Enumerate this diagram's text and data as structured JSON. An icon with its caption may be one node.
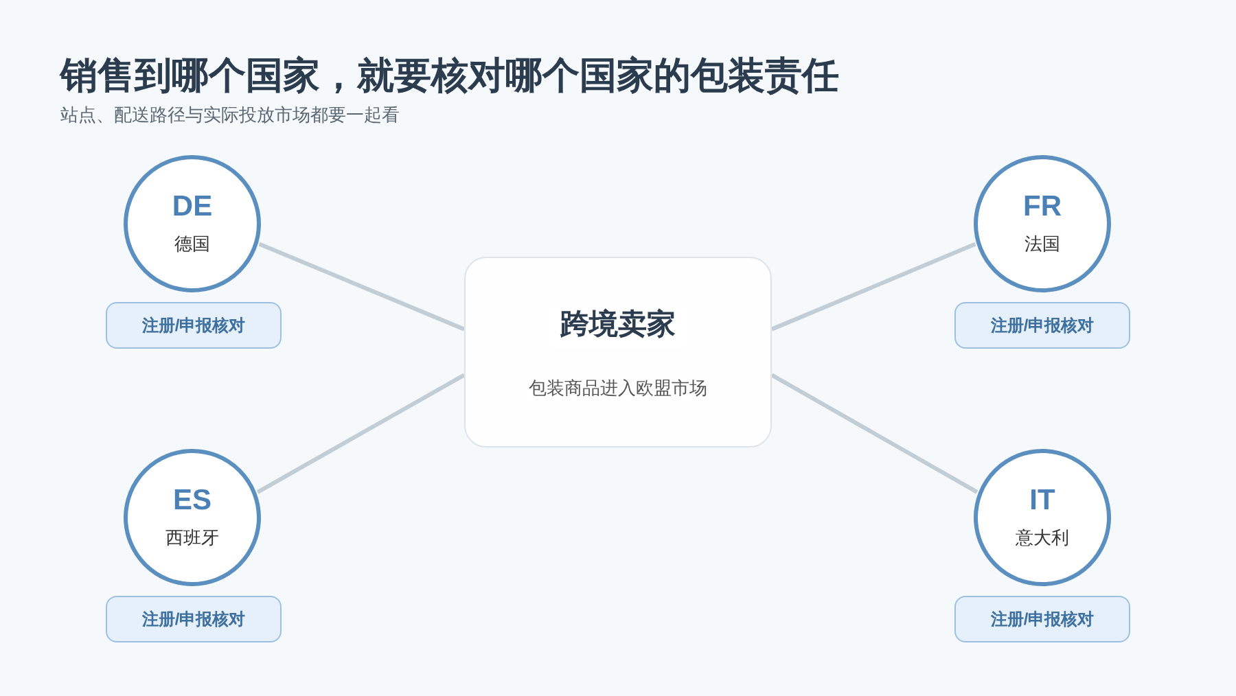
{
  "diagram": {
    "title": "销售到哪个国家，就要核对哪个国家的包装责任",
    "caption": "站点、配送路径与实际投放市场都要一起看",
    "nodes": [
      {
        "text": [
          "DE",
          "德国"
        ]
      },
      {
        "text": [
          "注册/申报核对"
        ]
      },
      {
        "text": [
          "FR",
          "法国"
        ]
      },
      {
        "text": [
          "注册/申报核对"
        ]
      },
      {
        "text": [
          "跨境卖家",
          "包装商品进入欧盟市场"
        ]
      },
      {
        "text": [
          "ES",
          "西班牙"
        ]
      },
      {
        "text": [
          "注册/申报核对"
        ]
      },
      {
        "text": [
          "IT",
          "意大利"
        ]
      },
      {
        "text": [
          "注册/申报核对"
        ]
      }
    ],
    "edges": [
      {
        "from": 0,
        "to": 4,
        "arrow": "none"
      },
      {
        "from": 2,
        "to": 4,
        "arrow": "none"
      },
      {
        "from": 5,
        "to": 4,
        "arrow": "none"
      },
      {
        "from": 7,
        "to": 4,
        "arrow": "none"
      }
    ]
  }
}
